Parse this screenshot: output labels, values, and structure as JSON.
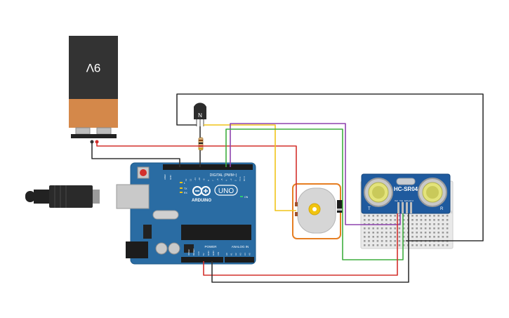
{
  "battery": {
    "label": "9V"
  },
  "transistor": {
    "label": "N"
  },
  "arduino": {
    "brand": "ARDUINO",
    "model": "UNO",
    "digital_header": "DIGITAL (PWM~)",
    "power_header": "POWER",
    "analog_header": "ANALOG IN",
    "on_label": "ON",
    "tx_label": "TX",
    "rx_label": "RX",
    "l_label": "L",
    "aref_label": "AREF",
    "gnd_label": "GND",
    "digital_pins": [
      "13",
      "12",
      "~11",
      "~10",
      "~9",
      "8",
      "7",
      "~6",
      "~5",
      "4",
      "~3",
      "2",
      "TX 1",
      "RX 0"
    ],
    "power_pins": [
      "IOREF",
      "RESET",
      "3.3V",
      "5V",
      "GND",
      "GND",
      "VIN"
    ],
    "analog_pins": [
      "A0",
      "A1",
      "A2",
      "A3",
      "A4",
      "A5"
    ]
  },
  "sensor": {
    "label": "HC-SR04",
    "left_label": "T",
    "right_label": "R",
    "pins": [
      "Vcc",
      "Trig",
      "Echo",
      "Gnd"
    ]
  },
  "colors": {
    "wire_red": "#d3302c",
    "wire_black": "#333333",
    "wire_purple": "#8e44ad",
    "wire_green": "#3fae3f",
    "wire_yellow": "#f0c419",
    "arduino_blue": "#2a6ca3",
    "sensor_blue": "#1f5a9e",
    "motor_border": "#e67e22",
    "battery_copper": "#d4884a"
  }
}
